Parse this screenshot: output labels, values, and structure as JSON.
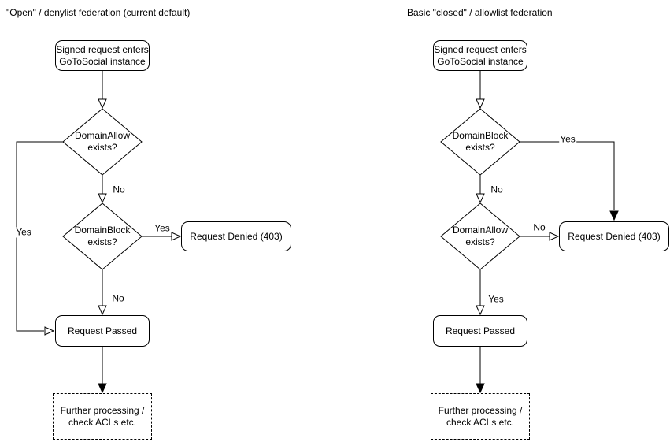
{
  "colors": {
    "stroke": "#000000",
    "node_fill": "#ffffff",
    "text": "#000000",
    "background": "#ffffff"
  },
  "charts": {
    "left": {
      "title": "\"Open\" / denylist federation (current default)",
      "nodes": {
        "start": "Signed request enters\nGoToSocial instance",
        "decision1": "DomainAllow\nexists?",
        "decision2": "DomainBlock\nexists?",
        "denied": "Request Denied (403)",
        "passed": "Request Passed",
        "further": "Further processing /\ncheck ACLs etc."
      },
      "edge_labels": {
        "decision1_yes": "Yes",
        "decision1_no": "No",
        "decision2_yes": "Yes",
        "decision2_no": "No"
      }
    },
    "right": {
      "title": "Basic \"closed\" / allowlist federation",
      "nodes": {
        "start": "Signed request enters\nGoToSocial instance",
        "decision1": "DomainBlock\nexists?",
        "decision2": "DomainAllow\nexists?",
        "denied": "Request Denied (403)",
        "passed": "Request Passed",
        "further": "Further processing /\ncheck ACLs etc."
      },
      "edge_labels": {
        "decision1_yes": "Yes",
        "decision1_no": "No",
        "decision2_no": "No",
        "decision2_yes": "Yes"
      }
    }
  }
}
